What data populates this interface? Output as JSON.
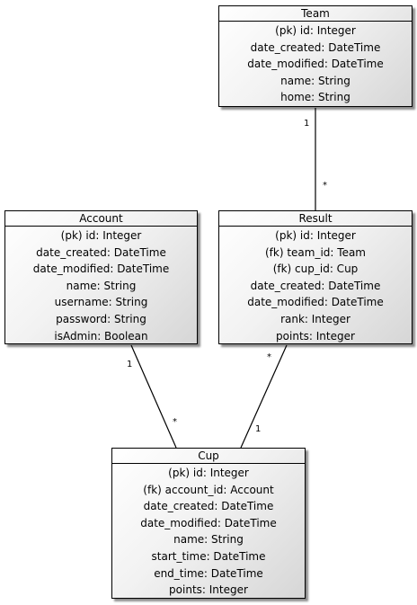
{
  "entities": {
    "team": {
      "title": "Team",
      "attributes": [
        "(pk) id: Integer",
        "date_created: DateTime",
        "date_modified: DateTime",
        "name: String",
        "home: String"
      ]
    },
    "account": {
      "title": "Account",
      "attributes": [
        "(pk) id: Integer",
        "date_created: DateTime",
        "date_modified: DateTime",
        "name: String",
        "username: String",
        "password: String",
        "isAdmin: Boolean"
      ]
    },
    "result": {
      "title": "Result",
      "attributes": [
        "(pk) id: Integer",
        "(fk) team_id: Team",
        "(fk) cup_id: Cup",
        "date_created: DateTime",
        "date_modified: DateTime",
        "rank: Integer",
        "points: Integer"
      ]
    },
    "cup": {
      "title": "Cup",
      "attributes": [
        "(pk) id: Integer",
        "(fk) account_id: Account",
        "date_created: DateTime",
        "date_modified: DateTime",
        "name: String",
        "start_time: DateTime",
        "end_time: DateTime",
        "points: Integer"
      ]
    }
  },
  "relationships": [
    {
      "from": "Team",
      "to": "Result",
      "from_multiplicity": "1",
      "to_multiplicity": "*"
    },
    {
      "from": "Account",
      "to": "Cup",
      "from_multiplicity": "1",
      "to_multiplicity": "*"
    },
    {
      "from": "Result",
      "to": "Cup",
      "from_multiplicity": "*",
      "to_multiplicity": "1"
    }
  ],
  "colors": {
    "box_border": "#000000",
    "gradient_light": "#ffffff",
    "gradient_dark": "#d6d6d6"
  }
}
